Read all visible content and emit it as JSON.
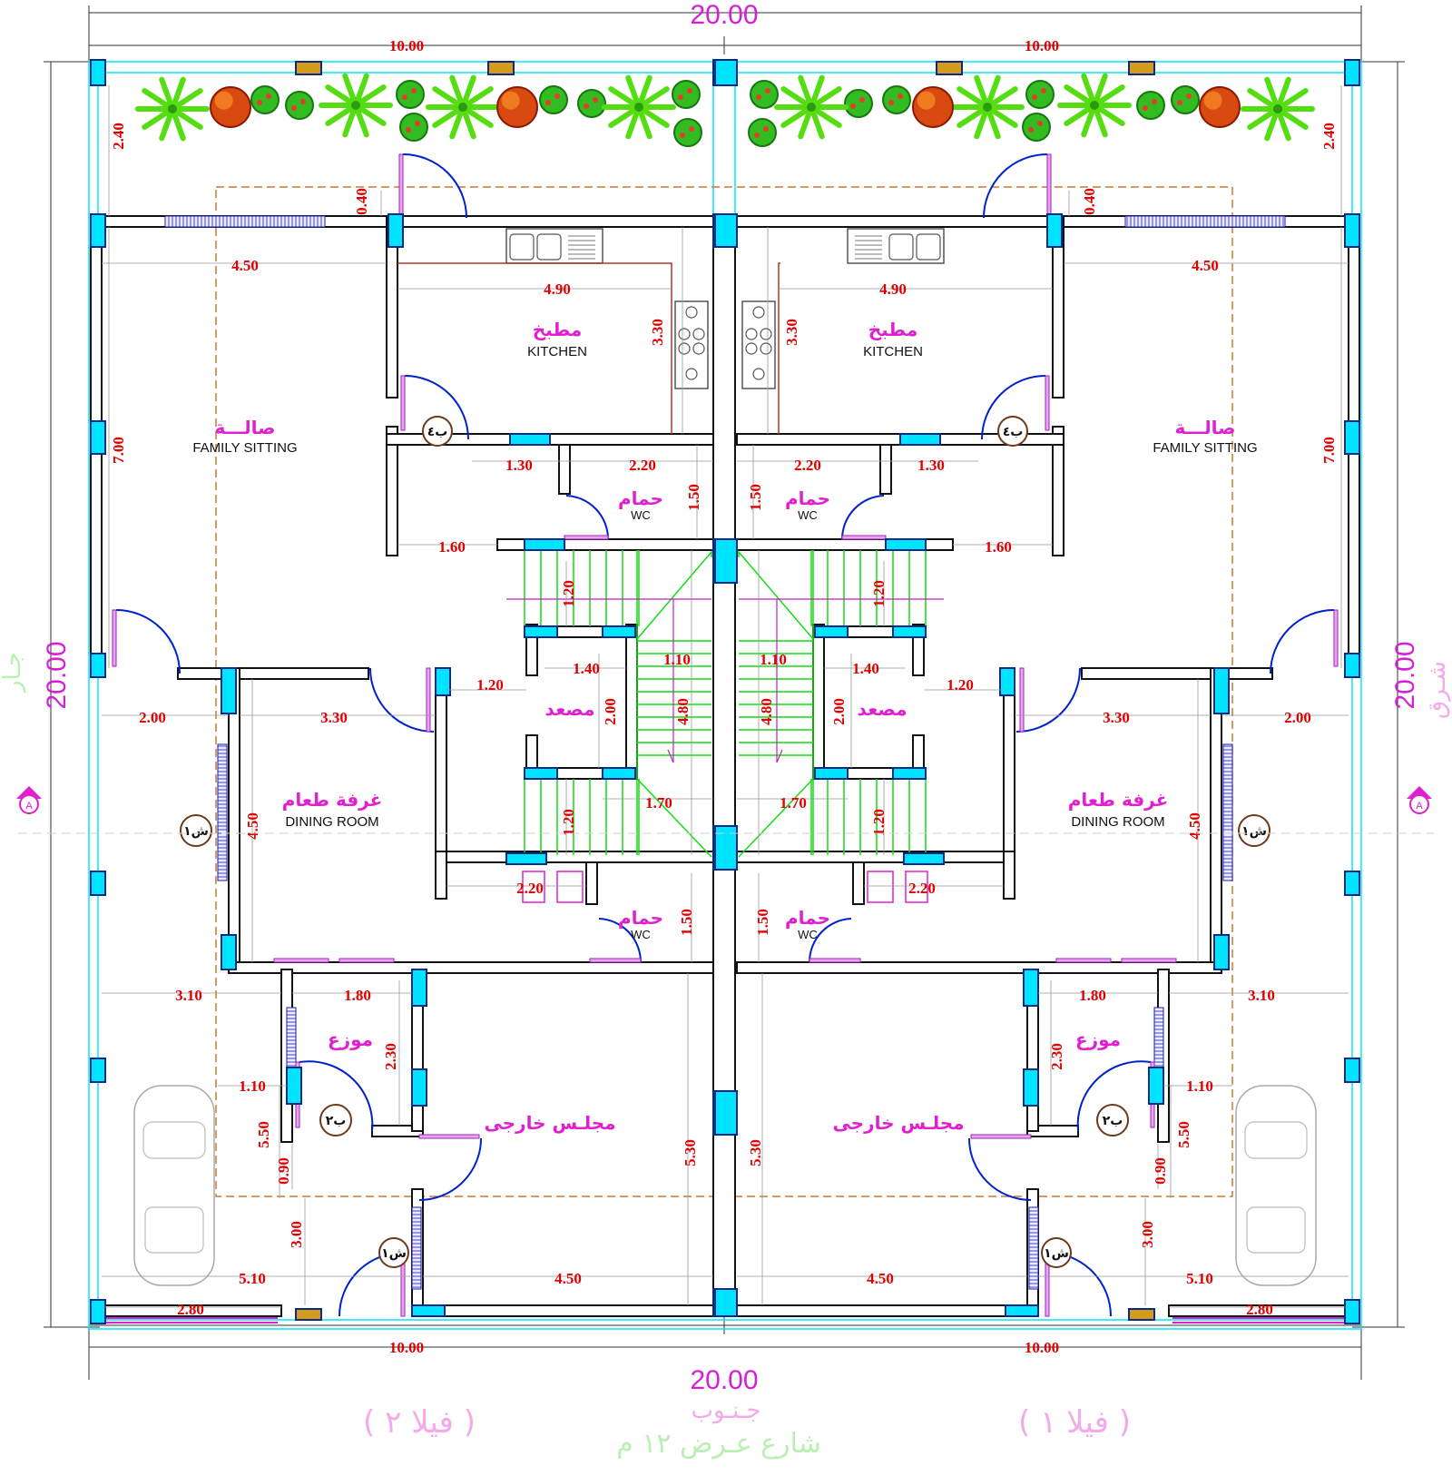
{
  "overall": {
    "total_width": "20.00",
    "total_depth": "20.00",
    "half_width": "10.00"
  },
  "rooms": {
    "kitchen_ar": "مطبخ",
    "kitchen_en": "KITCHEN",
    "family_ar": "صالـــة",
    "family_en": "FAMILY SITTING",
    "wc_ar": "حمام",
    "wc_en": "WC",
    "dining_ar": "غرفة طعام",
    "dining_en": "DINING ROOM",
    "elevator_ar": "مصعد",
    "distributor_ar": "موزع",
    "majlis_ar": "مجلـس خارجى"
  },
  "tags": {
    "b4": "ب٤",
    "b2": "ب٢",
    "sh1": "ش١"
  },
  "dims": {
    "d240": "2.40",
    "d040": "0.40",
    "d450": "4.50",
    "d490": "4.90",
    "d330": "3.30",
    "d700": "7.00",
    "d130": "1.30",
    "d220": "2.20",
    "d150": "1.50",
    "d160": "1.60",
    "d120": "1.20",
    "d140": "1.40",
    "d110": "1.10",
    "d480": "4.80",
    "d200": "2.00",
    "d170": "1.70",
    "d310": "3.10",
    "d180": "1.80",
    "d230": "2.30",
    "d550": "5.50",
    "d090": "0.90",
    "d300": "3.00",
    "d530": "5.30",
    "d510": "5.10",
    "d280": "2.80"
  },
  "bottom": {
    "south": "جـنـوب",
    "street": "شارع عـرض ١٢ م",
    "villa1": "( فيلا ١ )",
    "villa2": "( فيلا ٢ )"
  },
  "sides": {
    "east": "شـرق",
    "west": "جـار",
    "section": "A"
  },
  "colors": {
    "wall": "#111111",
    "column": "#00e5ff",
    "column_border": "#0a2a8a",
    "dim": "#e00000",
    "brand": "#d61fd6",
    "stairs": "#11dd11",
    "window": "#8a8aff",
    "dashed": "#c87a30"
  }
}
